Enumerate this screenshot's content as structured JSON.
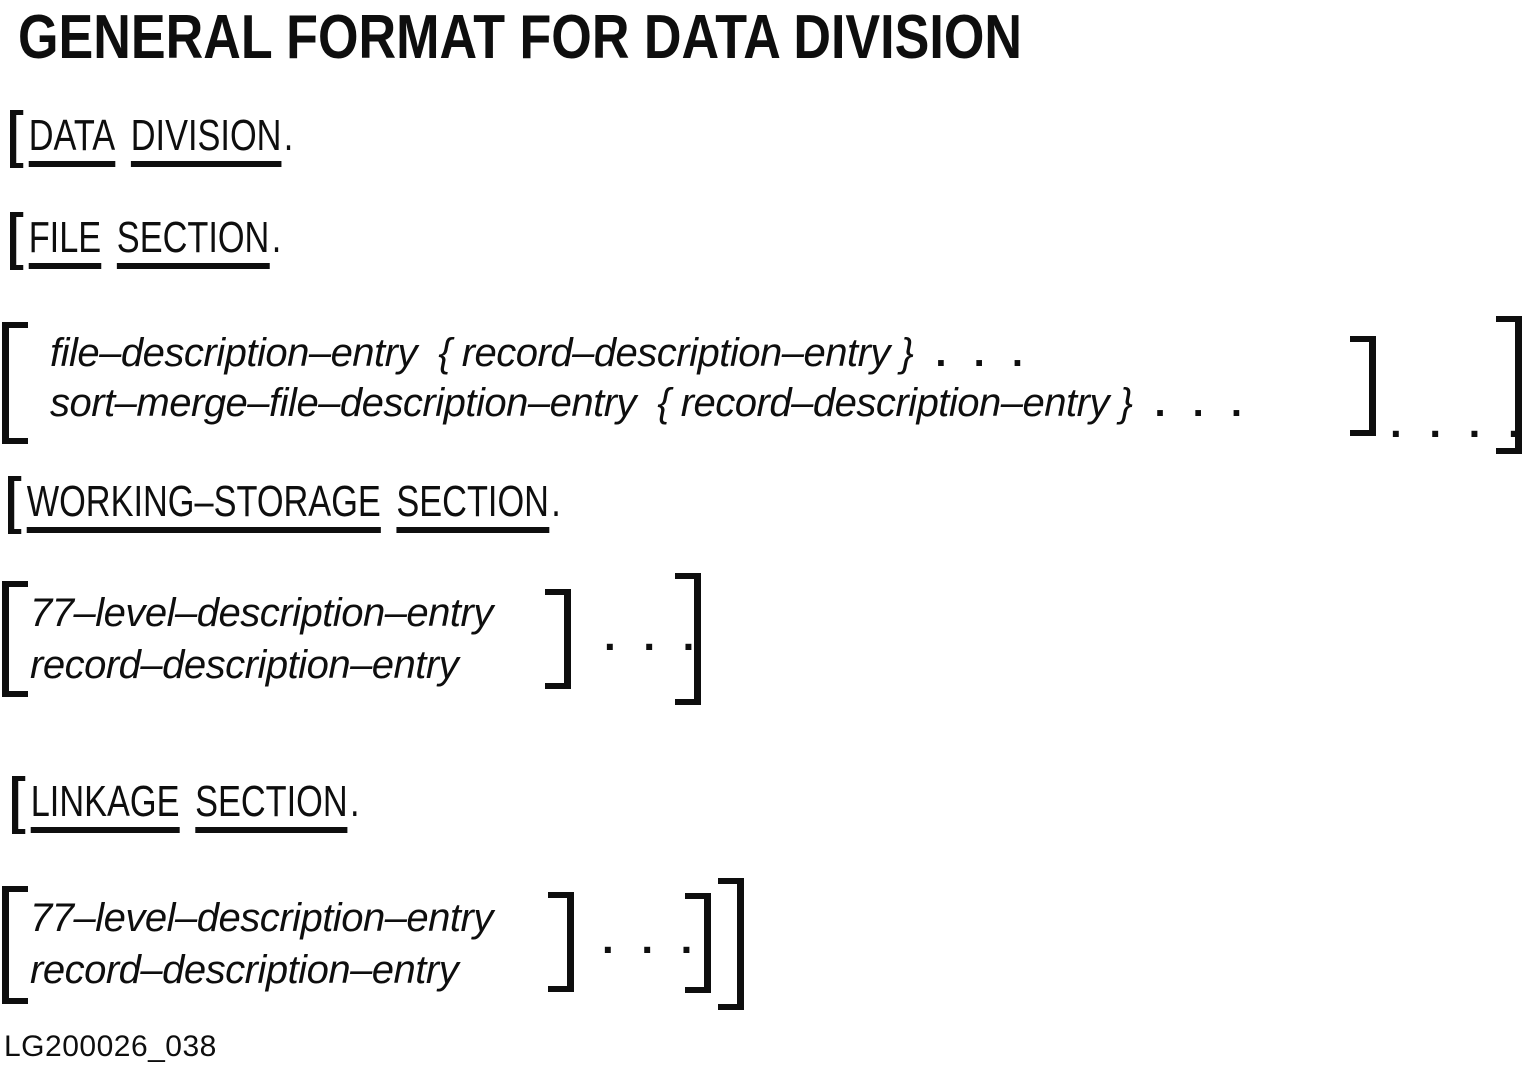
{
  "page": {
    "title": "GENERAL FORMAT FOR DATA DIVISION",
    "figure_label": "LG200026_038",
    "ink_color": "#0e0e0e",
    "paper_color": "#ffffff"
  },
  "headers": {
    "data_division": {
      "word1": "DATA",
      "word2": "DIVISION",
      "period": "."
    },
    "file_section": {
      "word1": "FILE",
      "word2": "SECTION",
      "period": "."
    },
    "working_storage_section": {
      "word1": "WORKING–STORAGE",
      "word2": "SECTION",
      "period": "."
    },
    "linkage_section": {
      "word1": "LINKAGE",
      "word2": "SECTION",
      "period": "."
    }
  },
  "file_section_group": {
    "line1": "file–description–entry  { record–description–entry }",
    "line1_dots": ". . .",
    "line2": "sort–merge–file–description–entry  { record–description–entry }",
    "line2_dots": ". . .",
    "between_bracket_dots": ". . . ."
  },
  "working_storage_group": {
    "line1": "77–level–description–entry",
    "line2": "record–description–entry",
    "between_bracket_dots": ". . ."
  },
  "linkage_group": {
    "line1": "77–level–description–entry",
    "line2": "record–description–entry",
    "between_bracket_dots": ". . ."
  }
}
